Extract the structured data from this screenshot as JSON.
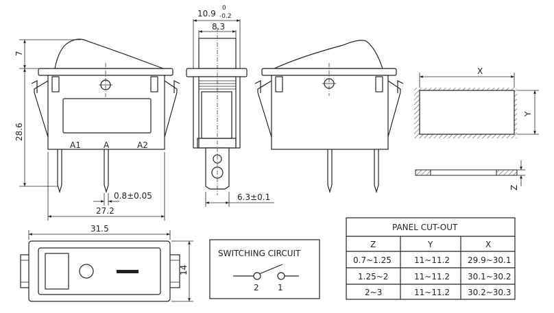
{
  "dimensions": {
    "top_height": "7",
    "body_height": "28.6",
    "side_width": "10.9",
    "side_tol_upper": "0",
    "side_tol_lower": "-0.2",
    "side_inner": "8.3",
    "pin_width": "0.8±0.05",
    "pin_spacing": "27.2",
    "tab_width": "6.3±0.1",
    "length": "31.5",
    "width": "14"
  },
  "terminals": {
    "a1": "A1",
    "a": "A",
    "a2": "A2"
  },
  "cutout": {
    "x_label": "X",
    "y_label": "Y",
    "z_label": "Z"
  },
  "circuit": {
    "title": "SWITCHING CIRCUIT",
    "pin2": "2",
    "pin1": "1"
  },
  "table": {
    "title": "PANEL CUT-OUT",
    "headers": [
      "Z",
      "Y",
      "X"
    ],
    "rows": [
      [
        "0.7~1.25",
        "11~11.2",
        "29.9~30.1"
      ],
      [
        "1.25~2",
        "11~11.2",
        "30.1~30.2"
      ],
      [
        "2~3",
        "11~11.2",
        "30.2~30.3"
      ]
    ]
  }
}
